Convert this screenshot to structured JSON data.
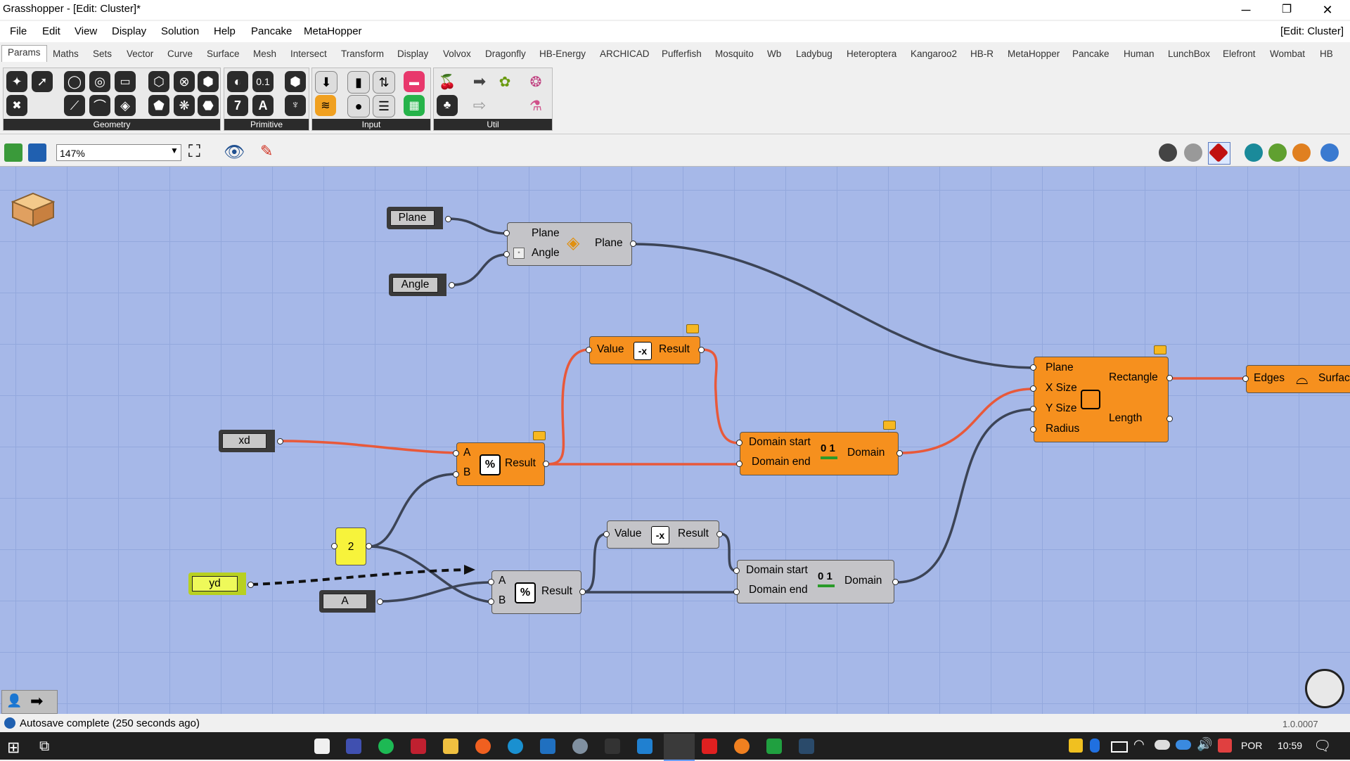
{
  "window": {
    "title": "Grasshopper - [Edit: Cluster]*",
    "minimize": "─",
    "restore": "❐",
    "close": "✕",
    "right_label": "[Edit: Cluster]"
  },
  "menu": [
    "File",
    "Edit",
    "View",
    "Display",
    "Solution",
    "Help",
    "Pancake",
    "MetaHopper"
  ],
  "tabs": [
    "Params",
    "Maths",
    "Sets",
    "Vector",
    "Curve",
    "Surface",
    "Mesh",
    "Intersect",
    "Transform",
    "Display",
    "Volvox",
    "Dragonfly",
    "HB-Energy",
    "ARCHICAD",
    "Pufferfish",
    "Mosquito",
    "Wb",
    "Ladybug",
    "Heteroptera",
    "Kangaroo2",
    "HB-R",
    "MetaHopper",
    "Pancake",
    "Human",
    "LunchBox",
    "Elefront",
    "Wombat",
    "HB"
  ],
  "ribbon_groups": [
    "Geometry",
    "Primitive",
    "Input",
    "Util"
  ],
  "toolbar": {
    "zoom": "147%"
  },
  "canvas": {
    "plane_param": "Plane",
    "angle_param": "Angle",
    "xd_param": "xd",
    "yd_param": "yd",
    "a_param": "A",
    "panel_value": "2",
    "rotate_plane": {
      "in1": "Plane",
      "in2": "Angle",
      "out": "Plane"
    },
    "div_x": {
      "in1": "A",
      "in2": "B",
      "out": "Result"
    },
    "neg_x": {
      "in": "Value",
      "out": "Result"
    },
    "domain_x": {
      "in1": "Domain start",
      "in2": "Domain end",
      "out": "Domain"
    },
    "div_y": {
      "in1": "A",
      "in2": "B",
      "out": "Result"
    },
    "neg_y": {
      "in": "Value",
      "out": "Result"
    },
    "domain_y": {
      "in1": "Domain start",
      "in2": "Domain end",
      "out": "Domain"
    },
    "rectangle": {
      "in1": "Plane",
      "in2": "X Size",
      "in3": "Y Size",
      "in4": "Radius",
      "out1": "Rectangle",
      "out2": "Length"
    },
    "boundary": {
      "in": "Edges",
      "out": "Surfac"
    }
  },
  "status": {
    "message": "Autosave complete (250 seconds ago)",
    "version": "1.0.0007"
  },
  "taskbar": {
    "lang": "POR",
    "time": "10:59"
  },
  "colors": {
    "canvas": "#a6b8e8",
    "orange": "#f6901e",
    "wire_red": "#e8593a",
    "wire_dark": "#3c4456"
  }
}
